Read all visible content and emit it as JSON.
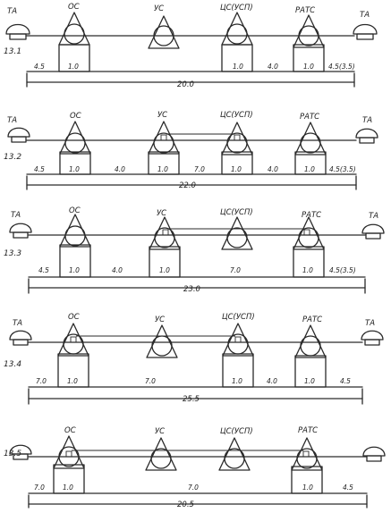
{
  "colors": {
    "ink": "#2a2a2a",
    "paper": "#ffffff"
  },
  "icons": {
    "terminal": "telephone-icon",
    "station": "triangle-station-icon"
  },
  "rows": [
    {
      "id": "13.1",
      "terminals": {
        "left": "ТА",
        "right": "ТА"
      },
      "stations": [
        {
          "label": "ОС"
        },
        {
          "label": "УС"
        },
        {
          "label": "ЦС(УСП)"
        },
        {
          "label": "РАТС"
        }
      ],
      "segments": [
        {
          "label": "4.5"
        },
        {
          "label": "1.0"
        },
        {
          "label": "1.0"
        },
        {
          "label": "4.0"
        },
        {
          "label": "1.0"
        },
        {
          "label": "4.5(3.5)"
        }
      ],
      "total": "20.0"
    },
    {
      "id": "13.2",
      "terminals": {
        "left": "ТА",
        "right": "ТА"
      },
      "stations": [
        {
          "label": "ОС"
        },
        {
          "label": "УС"
        },
        {
          "label": "ЦС(УСП)"
        },
        {
          "label": "РАТС"
        }
      ],
      "segments": [
        {
          "label": "4.5"
        },
        {
          "label": "1.0"
        },
        {
          "label": "4.0"
        },
        {
          "label": "1.0"
        },
        {
          "label": "7.0"
        },
        {
          "label": "1.0"
        },
        {
          "label": "4.0"
        },
        {
          "label": "1.0"
        },
        {
          "label": "4.5(3.5)"
        }
      ],
      "total": "22.0"
    },
    {
      "id": "13.3",
      "terminals": {
        "left": "ТА",
        "right": "ТА"
      },
      "stations": [
        {
          "label": "ОС"
        },
        {
          "label": "УС"
        },
        {
          "label": "ЦС(УСП)"
        },
        {
          "label": "РАТС"
        }
      ],
      "segments": [
        {
          "label": "4.5"
        },
        {
          "label": "1.0"
        },
        {
          "label": "4.0"
        },
        {
          "label": "1.0"
        },
        {
          "label": "7.0"
        },
        {
          "label": "1.0"
        },
        {
          "label": "4.5(3.5)"
        }
      ],
      "total": "23.0"
    },
    {
      "id": "13.4",
      "terminals": {
        "left": "ТА",
        "right": "ТА"
      },
      "stations": [
        {
          "label": "ОС"
        },
        {
          "label": "УС"
        },
        {
          "label": "ЦС(УСП)"
        },
        {
          "label": "РАТС"
        }
      ],
      "segments": [
        {
          "label": "7.0"
        },
        {
          "label": "1.0"
        },
        {
          "label": "7.0"
        },
        {
          "label": "1.0"
        },
        {
          "label": "4.0"
        },
        {
          "label": "1.0"
        },
        {
          "label": "4.5"
        }
      ],
      "total": "25.5"
    },
    {
      "id": "13.5",
      "terminals": {
        "left": "",
        "right": ""
      },
      "stations": [
        {
          "label": "ОС"
        },
        {
          "label": "УС"
        },
        {
          "label": "ЦС(УСП)"
        },
        {
          "label": "РАТС"
        }
      ],
      "segments": [
        {
          "label": "7.0"
        },
        {
          "label": "1.0"
        },
        {
          "label": "7.0"
        },
        {
          "label": "1.0"
        },
        {
          "label": "4.5"
        }
      ],
      "total": "20.5"
    }
  ]
}
